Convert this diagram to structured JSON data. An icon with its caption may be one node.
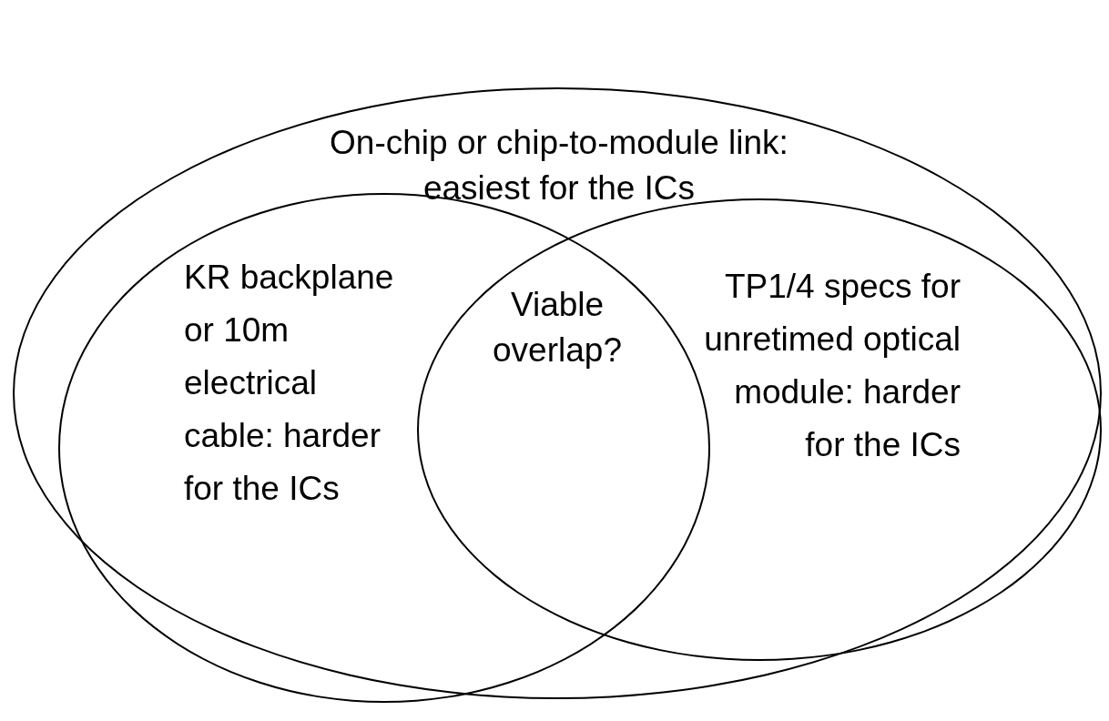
{
  "diagram": {
    "nodes": [
      {
        "text": [
          "On-chip or chip-to-module link: easiest for the ICs"
        ]
      },
      {
        "text": [
          "KR backplane or 10m electrical cable: harder for the ICs"
        ],
        "in": 0
      },
      {
        "text": [
          "TP1/4 specs for unretimed optical module: harder for the ICs"
        ],
        "in": 0
      }
    ],
    "labels": [
      "Viable overlap?"
    ]
  }
}
